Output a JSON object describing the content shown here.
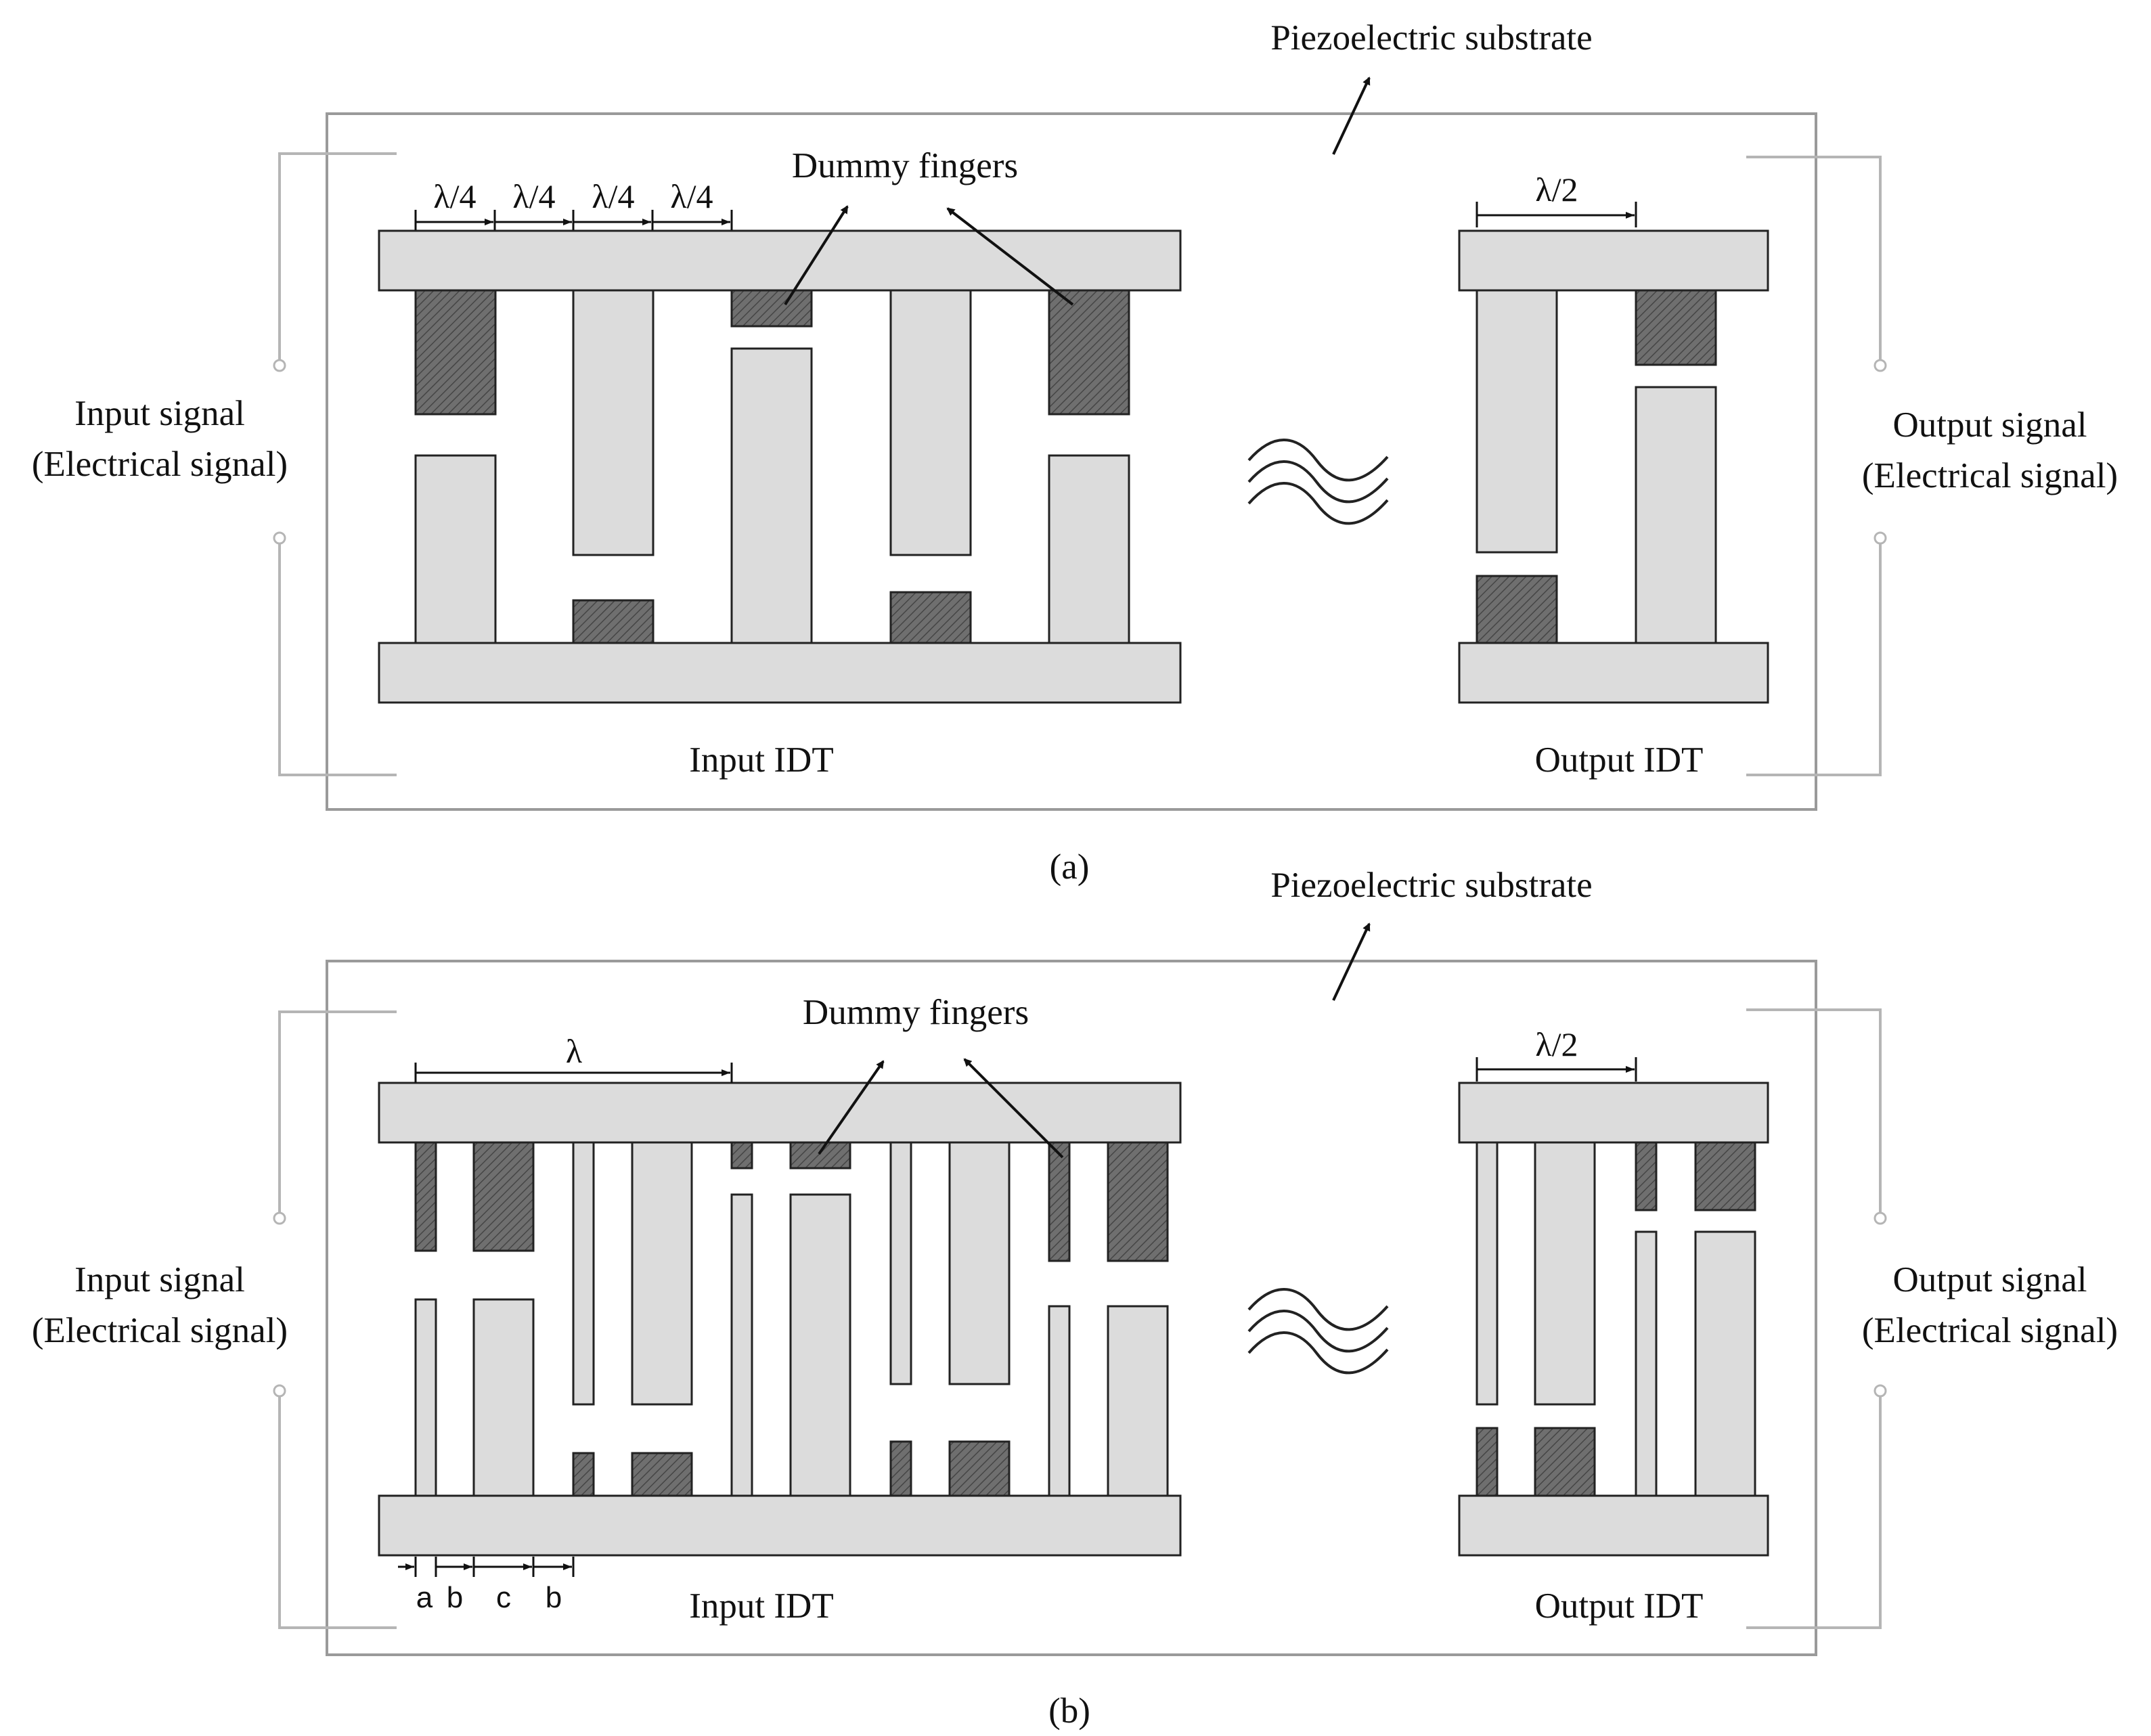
{
  "panels": [
    {
      "id": "a",
      "caption": "(a)",
      "substrate_label": "Piezoelectric substrate",
      "dummy_label": "Dummy fingers",
      "input_signal_line1": "Input signal",
      "input_signal_line2": "(Electrical signal)",
      "output_signal_line1": "Output signal",
      "output_signal_line2": "(Electrical signal)",
      "input_idt_label": "Input IDT",
      "output_idt_label": "Output IDT",
      "pitch_labels": [
        "λ/4",
        "λ/4",
        "λ/4",
        "λ/4"
      ],
      "output_pitch_label": "λ/2"
    },
    {
      "id": "b",
      "caption": "(b)",
      "substrate_label": "Piezoelectric substrate",
      "dummy_label": "Dummy fingers",
      "input_signal_line1": "Input signal",
      "input_signal_line2": "(Electrical signal)",
      "output_signal_line1": "Output signal",
      "output_signal_line2": "(Electrical signal)",
      "input_idt_label": "Input IDT",
      "output_idt_label": "Output IDT",
      "wavelength_label": "λ",
      "output_pitch_label": "λ/2",
      "gap_labels": [
        "a",
        "b",
        "c",
        "b"
      ]
    }
  ],
  "colors": {
    "electrode_fill": "#dcdcdc",
    "dummy_fill": "#6f6f6f",
    "outline": "#222222",
    "wire": "#b5b5b5"
  }
}
